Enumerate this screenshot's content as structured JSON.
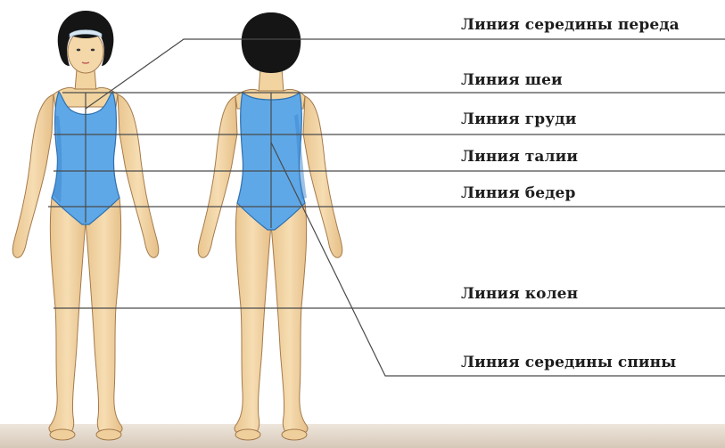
{
  "labels": {
    "front_center": "Линия середины переда",
    "neck": "Линия шеи",
    "chest": "Линия груди",
    "waist": "Линия талии",
    "hips": "Линия бедер",
    "knees": "Линия колен",
    "back_center": "Линия середины спины"
  },
  "colors": {
    "skin": "#f3d8a8",
    "skin_shadow": "#e2b77f",
    "swimsuit": "#5ea8e8",
    "swimsuit_dark": "#3c86cc",
    "hair": "#151515",
    "headband": "#d8e6f2",
    "lines": "#4a4a4a",
    "floor": "#d9cdbf"
  }
}
